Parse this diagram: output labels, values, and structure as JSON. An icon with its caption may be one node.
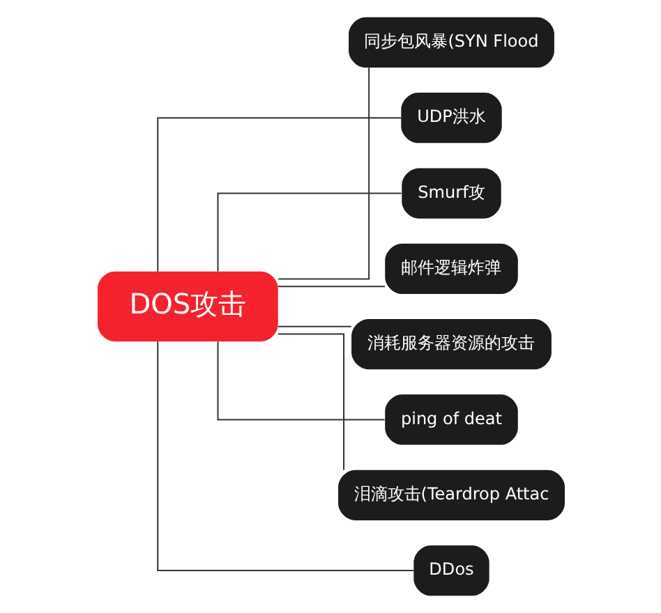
{
  "diagram": {
    "nodes": [
      {
        "text": [
          "DOS攻击"
        ]
      },
      {
        "text": [
          "同步包风暴(SYN Flood"
        ]
      },
      {
        "text": [
          "UDP洪水"
        ]
      },
      {
        "text": [
          "Smurf攻"
        ]
      },
      {
        "text": [
          "邮件逻辑炸弹"
        ]
      },
      {
        "text": [
          "消耗服务器资源的攻击"
        ]
      },
      {
        "text": [
          "ping of deat"
        ]
      },
      {
        "text": [
          "泪滴攻击(Teardrop Attac"
        ]
      },
      {
        "text": [
          "DDos"
        ]
      }
    ],
    "edges": [
      {
        "from": 0,
        "to": 1,
        "arrow": "none"
      },
      {
        "from": 0,
        "to": 2,
        "arrow": "none"
      },
      {
        "from": 0,
        "to": 3,
        "arrow": "none"
      },
      {
        "from": 0,
        "to": 4,
        "arrow": "none"
      },
      {
        "from": 0,
        "to": 5,
        "arrow": "none"
      },
      {
        "from": 0,
        "to": 6,
        "arrow": "none"
      },
      {
        "from": 0,
        "to": 7,
        "arrow": "none"
      },
      {
        "from": 0,
        "to": 8,
        "arrow": "none"
      }
    ]
  }
}
